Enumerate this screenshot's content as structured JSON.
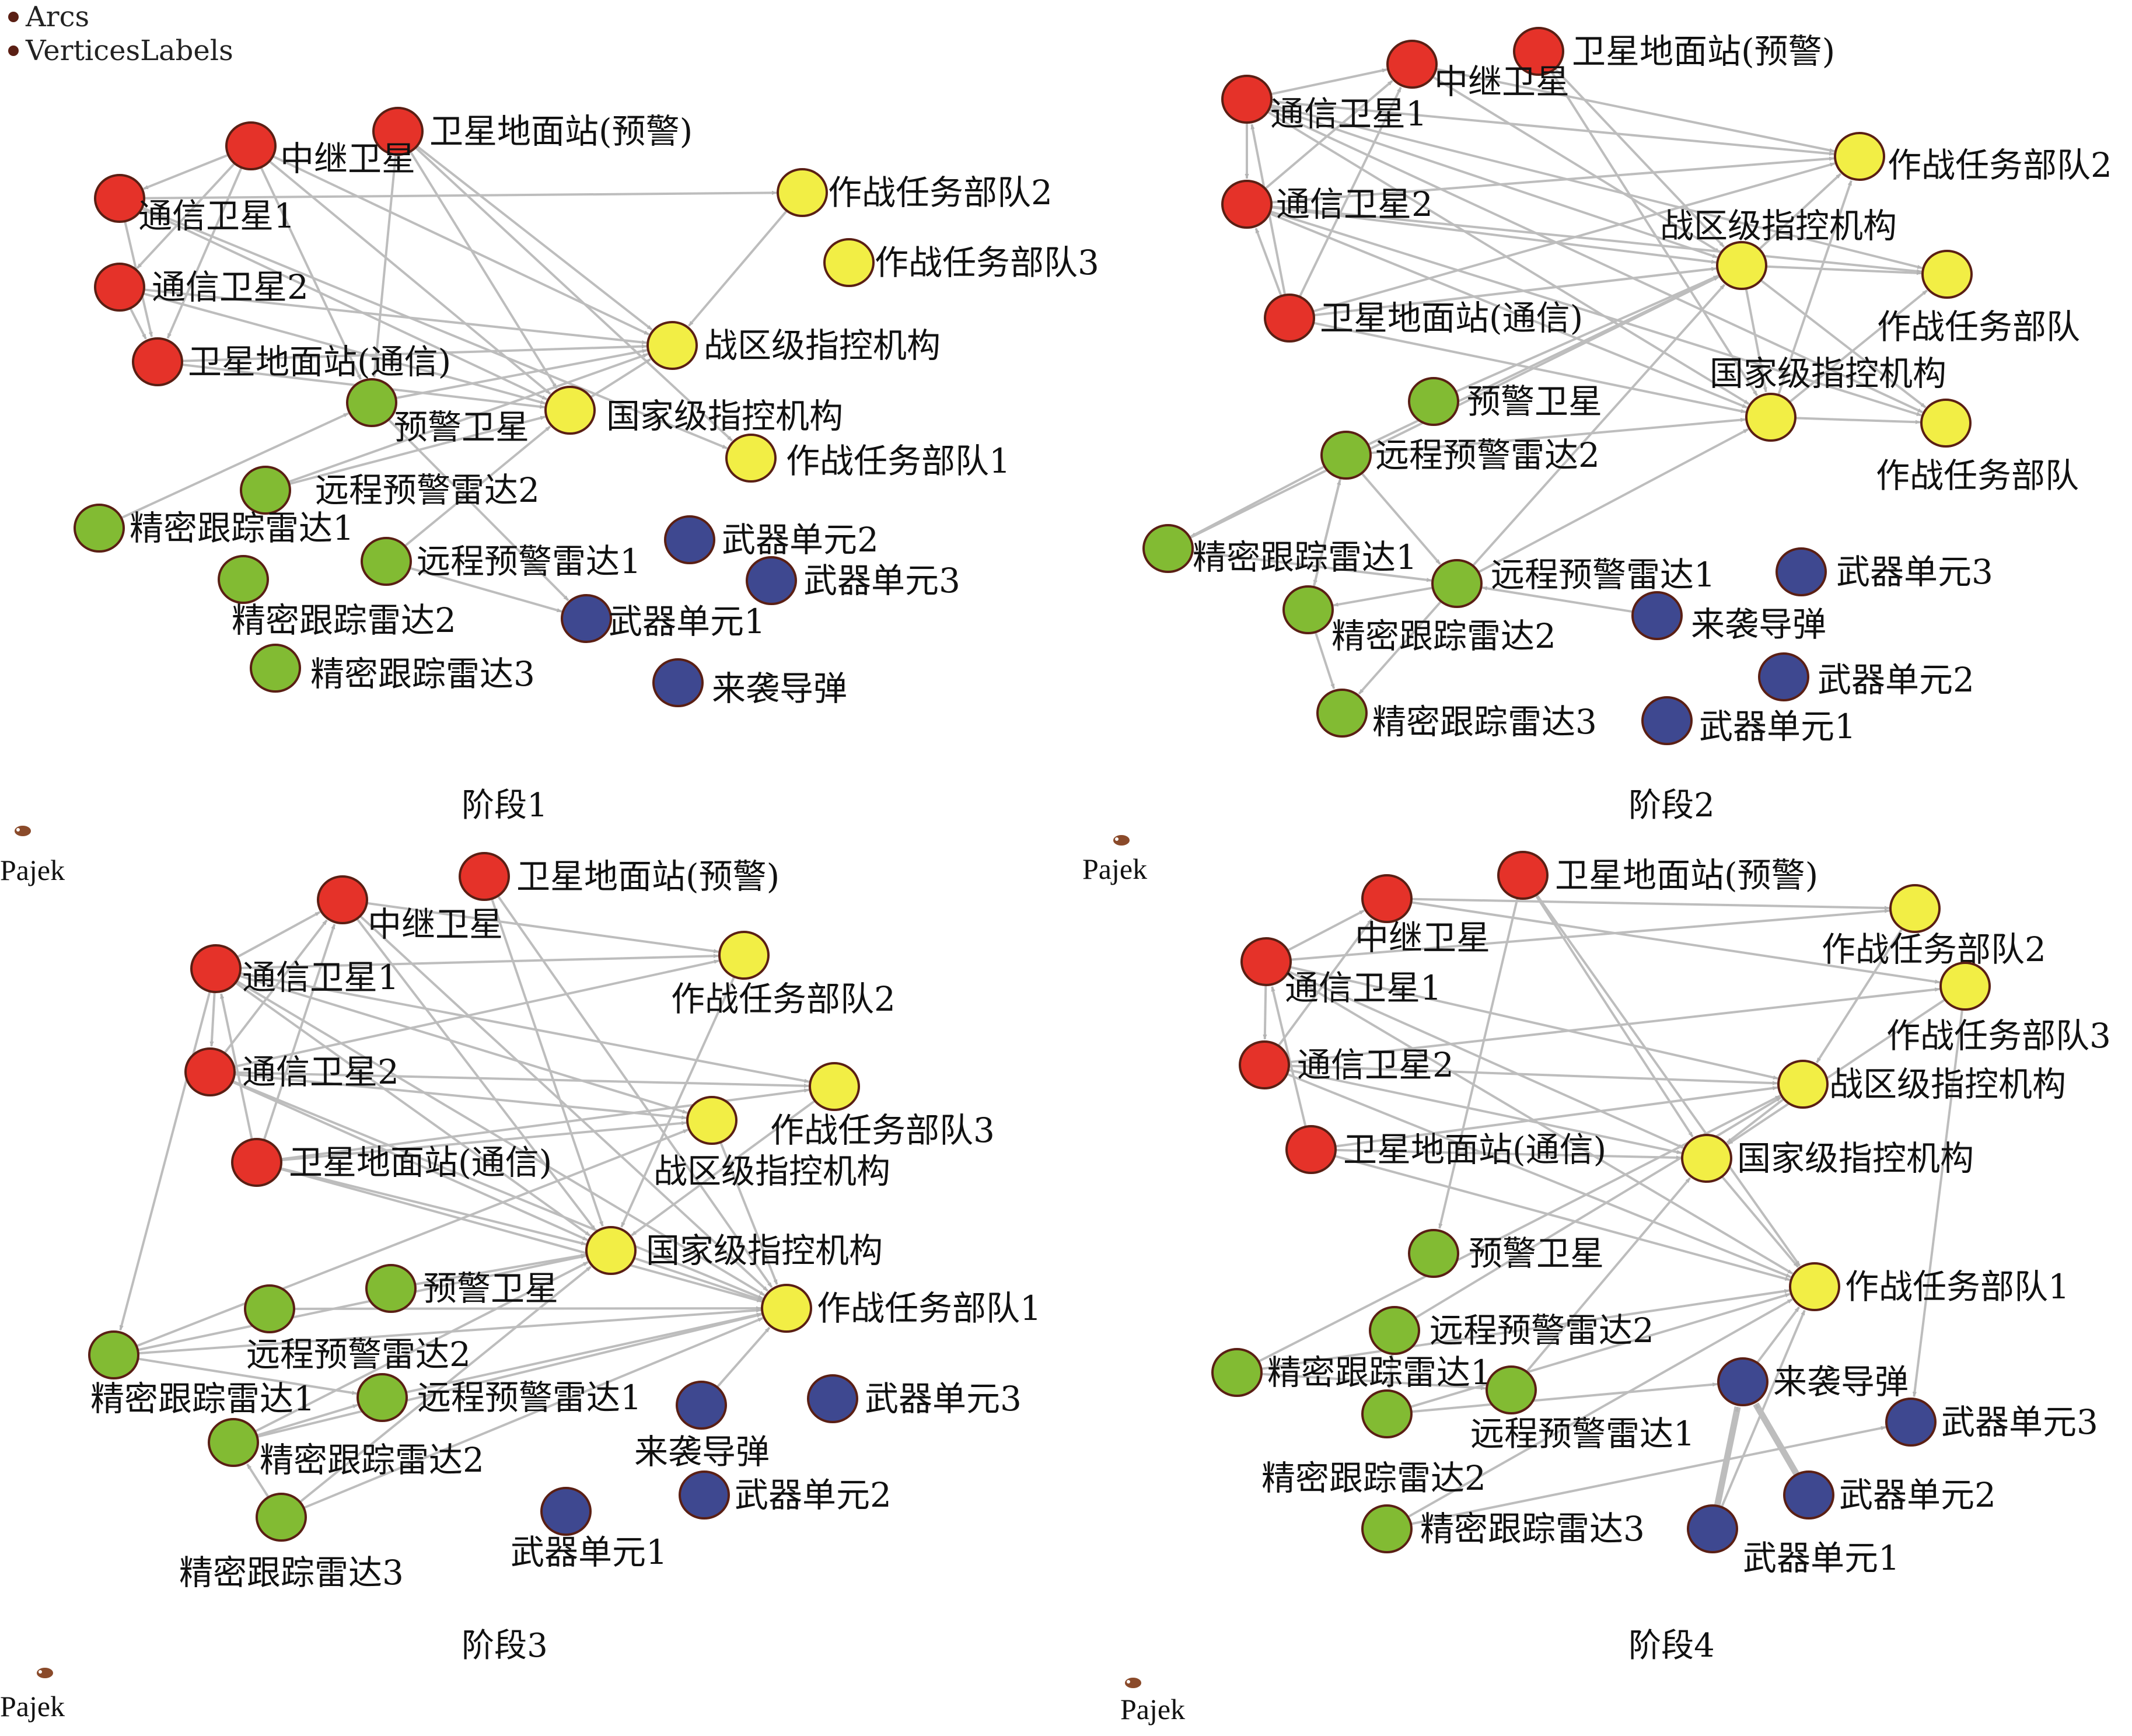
{
  "legend": [
    "Arcs",
    "VerticesLabels"
  ],
  "brand": "Pajek",
  "colors": {
    "red": "#e53229",
    "yellow": "#f2ee45",
    "green": "#82bb33",
    "blue": "#3e4890",
    "outline": "#5a1f14",
    "edge": "#bdbdbd"
  },
  "panels": [
    {
      "caption": "阶段1",
      "nodes": [
        {
          "label": "卫星地面站(预警)",
          "color": "red"
        },
        {
          "label": "中继卫星",
          "color": "red"
        },
        {
          "label": "通信卫星1",
          "color": "red"
        },
        {
          "label": "通信卫星2",
          "color": "red"
        },
        {
          "label": "卫星地面站(通信)",
          "color": "red"
        },
        {
          "label": "作战任务部队2",
          "color": "yellow"
        },
        {
          "label": "作战任务部队3",
          "color": "yellow"
        },
        {
          "label": "战区级指控机构",
          "color": "yellow"
        },
        {
          "label": "国家级指控机构",
          "color": "yellow"
        },
        {
          "label": "作战任务部队1",
          "color": "yellow"
        },
        {
          "label": "预警卫星",
          "color": "green"
        },
        {
          "label": "远程预警雷达2",
          "color": "green"
        },
        {
          "label": "精密跟踪雷达1",
          "color": "green"
        },
        {
          "label": "远程预警雷达1",
          "color": "green"
        },
        {
          "label": "精密跟踪雷达2",
          "color": "green"
        },
        {
          "label": "精密跟踪雷达3",
          "color": "green"
        },
        {
          "label": "武器单元2",
          "color": "blue"
        },
        {
          "label": "武器单元3",
          "color": "blue"
        },
        {
          "label": "武器单元1",
          "color": "blue"
        },
        {
          "label": "来袭导弹",
          "color": "blue"
        }
      ]
    },
    {
      "caption": "阶段2",
      "nodes": [
        {
          "label": "卫星地面站(预警)",
          "color": "red"
        },
        {
          "label": "中继卫星",
          "color": "red"
        },
        {
          "label": "通信卫星1",
          "color": "red"
        },
        {
          "label": "通信卫星2",
          "color": "red"
        },
        {
          "label": "卫星地面站(通信)",
          "color": "red"
        },
        {
          "label": "作战任务部队2",
          "color": "yellow"
        },
        {
          "label": "战区级指控机构",
          "color": "yellow"
        },
        {
          "label": "作战任务部队",
          "color": "yellow"
        },
        {
          "label": "国家级指控机构",
          "color": "yellow"
        },
        {
          "label": "作战任务部队",
          "color": "yellow"
        },
        {
          "label": "预警卫星",
          "color": "green"
        },
        {
          "label": "远程预警雷达2",
          "color": "green"
        },
        {
          "label": "精密跟踪雷达1",
          "color": "green"
        },
        {
          "label": "远程预警雷达1",
          "color": "green"
        },
        {
          "label": "精密跟踪雷达2",
          "color": "green"
        },
        {
          "label": "精密跟踪雷达3",
          "color": "green"
        },
        {
          "label": "武器单元3",
          "color": "blue"
        },
        {
          "label": "来袭导弹",
          "color": "blue"
        },
        {
          "label": "武器单元2",
          "color": "blue"
        },
        {
          "label": "武器单元1",
          "color": "blue"
        }
      ]
    },
    {
      "caption": "阶段3",
      "nodes": [
        {
          "label": "卫星地面站(预警)",
          "color": "red"
        },
        {
          "label": "中继卫星",
          "color": "red"
        },
        {
          "label": "通信卫星1",
          "color": "red"
        },
        {
          "label": "通信卫星2",
          "color": "red"
        },
        {
          "label": "卫星地面站(通信)",
          "color": "red"
        },
        {
          "label": "作战任务部队2",
          "color": "yellow"
        },
        {
          "label": "作战任务部队3",
          "color": "yellow"
        },
        {
          "label": "战区级指控机构",
          "color": "yellow"
        },
        {
          "label": "国家级指控机构",
          "color": "yellow"
        },
        {
          "label": "作战任务部队1",
          "color": "yellow"
        },
        {
          "label": "预警卫星",
          "color": "green"
        },
        {
          "label": "远程预警雷达2",
          "color": "green"
        },
        {
          "label": "精密跟踪雷达1",
          "color": "green"
        },
        {
          "label": "远程预警雷达1",
          "color": "green"
        },
        {
          "label": "精密跟踪雷达2",
          "color": "green"
        },
        {
          "label": "精密跟踪雷达3",
          "color": "green"
        },
        {
          "label": "来袭导弹",
          "color": "blue"
        },
        {
          "label": "武器单元3",
          "color": "blue"
        },
        {
          "label": "武器单元2",
          "color": "blue"
        },
        {
          "label": "武器单元1",
          "color": "blue"
        }
      ]
    },
    {
      "caption": "阶段4",
      "nodes": [
        {
          "label": "卫星地面站(预警)",
          "color": "red"
        },
        {
          "label": "中继卫星",
          "color": "red"
        },
        {
          "label": "通信卫星1",
          "color": "red"
        },
        {
          "label": "通信卫星2",
          "color": "red"
        },
        {
          "label": "卫星地面站(通信)",
          "color": "red"
        },
        {
          "label": "作战任务部队2",
          "color": "yellow"
        },
        {
          "label": "作战任务部队3",
          "color": "yellow"
        },
        {
          "label": "战区级指控机构",
          "color": "yellow"
        },
        {
          "label": "国家级指控机构",
          "color": "yellow"
        },
        {
          "label": "作战任务部队1",
          "color": "yellow"
        },
        {
          "label": "预警卫星",
          "color": "green"
        },
        {
          "label": "远程预警雷达2",
          "color": "green"
        },
        {
          "label": "精密跟踪雷达1",
          "color": "green"
        },
        {
          "label": "远程预警雷达1",
          "color": "green"
        },
        {
          "label": "精密跟踪雷达2",
          "color": "green"
        },
        {
          "label": "精密跟踪雷达3",
          "color": "green"
        },
        {
          "label": "来袭导弹",
          "color": "blue"
        },
        {
          "label": "武器单元3",
          "color": "blue"
        },
        {
          "label": "武器单元2",
          "color": "blue"
        },
        {
          "label": "武器单元1",
          "color": "blue"
        }
      ]
    }
  ]
}
